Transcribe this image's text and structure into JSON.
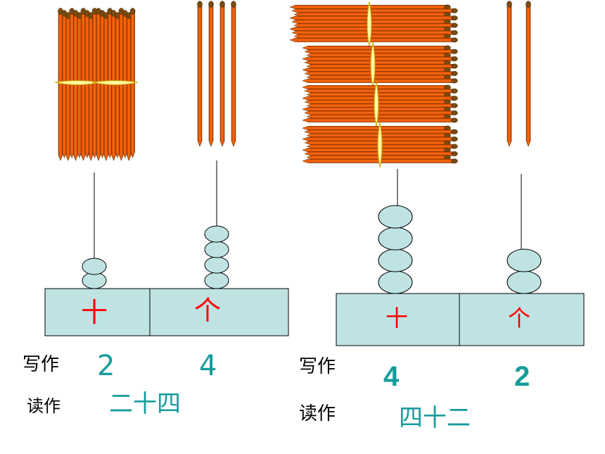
{
  "colors": {
    "stick": "#ff6600",
    "stick_tip": "#7a4a10",
    "tie": "#fff8a0",
    "bead": "#bfe3e3",
    "board": "#bfe3e3",
    "place_text": "#ff0000",
    "number_text": "#159c9c"
  },
  "left": {
    "place_values": [
      {
        "label": "十",
        "beads": 2
      },
      {
        "label": "个",
        "beads": 4
      }
    ],
    "write_label": "写作",
    "write_digits": [
      "2",
      "4"
    ],
    "read_label": "读作",
    "read_text": "二十四",
    "bundles": 2,
    "single_sticks": 4
  },
  "right": {
    "place_values": [
      {
        "label": "十",
        "beads": 4
      },
      {
        "label": "个",
        "beads": 2
      }
    ],
    "write_label": "写作",
    "write_digits": [
      "4",
      "2"
    ],
    "read_label": "读作",
    "read_text": "四十二",
    "bundles": 4,
    "single_sticks": 2
  }
}
